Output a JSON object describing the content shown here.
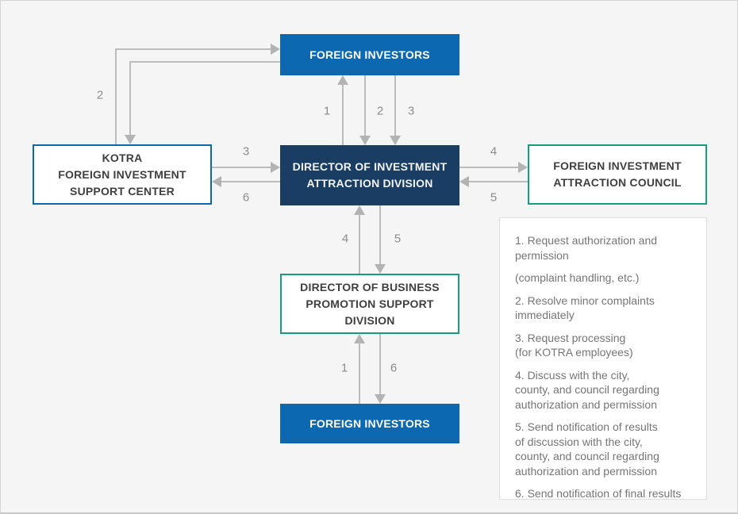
{
  "diagram": {
    "nodes": {
      "foreign_investors_top": {
        "label": "FOREIGN INVESTORS"
      },
      "kotra_support_center": {
        "label": "KOTRA\nFOREIGN INVESTMENT\nSUPPORT CENTER"
      },
      "director_investment_attraction": {
        "label": "DIRECTOR OF INVESTMENT\nATTRACTION DIVISION"
      },
      "foreign_investment_attraction_council": {
        "label": "FOREIGN INVESTMENT\nATTRACTION COUNCIL"
      },
      "director_business_promotion": {
        "label": "DIRECTOR OF BUSINESS\nPROMOTION SUPPORT\nDIVISION"
      },
      "foreign_investors_bottom": {
        "label": "FOREIGN INVESTORS"
      }
    },
    "arrow_labels": {
      "kotra_fi_loop": "2",
      "fi_to_director_up": "1",
      "director_to_fi_down_a": "2",
      "director_to_fi_down_b": "3",
      "kotra_to_director": "3",
      "director_to_kotra": "6",
      "director_to_council": "4",
      "council_to_director": "5",
      "business_to_director_up": "4",
      "director_to_business_down": "5",
      "fi_to_business_up": "1",
      "business_to_fi_down": "6"
    },
    "legend": {
      "items": [
        "1. Request authorization and\npermission",
        "(complaint handling, etc.)",
        "2. Resolve minor complaints\nimmediately",
        "3. Request processing\n(for KOTRA employees)",
        "4. Discuss with the city,\ncounty, and council regarding\nauthorization and permission",
        "5. Send notification of results\nof discussion with the city,\ncounty, and council regarding\nauthorization and permission",
        "6. Send notification of final results"
      ]
    },
    "colors": {
      "primary_blue": "#0d68b2",
      "navy": "#1a3d63",
      "green": "#149e7e",
      "arrow_gray": "#bcbcbc",
      "label_gray": "#8c8c8c",
      "background": "#f5f5f5"
    }
  }
}
